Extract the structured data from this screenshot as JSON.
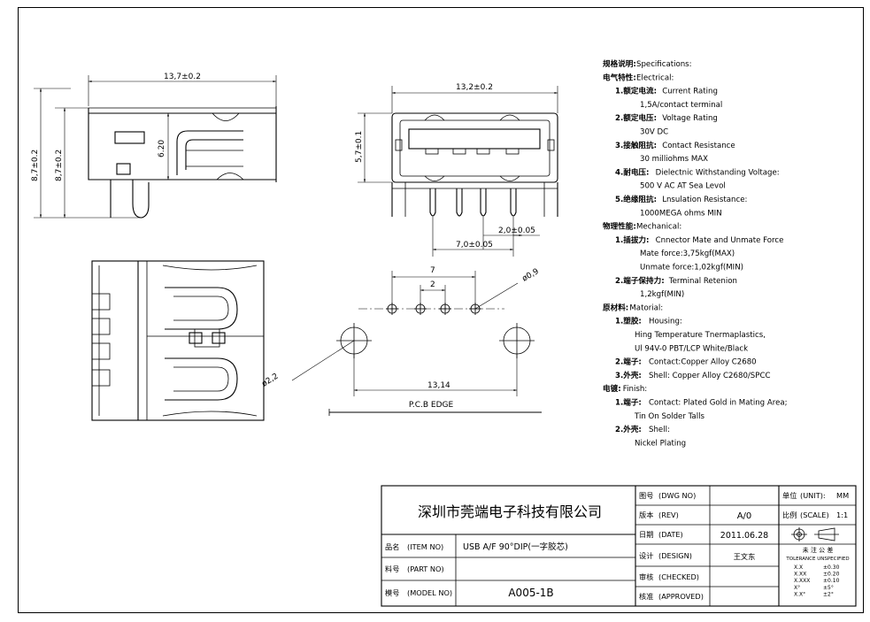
{
  "dimensions": {
    "side_width": "13,7±0.2",
    "side_height_outer": "8,7±0.2",
    "side_height_inner": "8,7±0.2",
    "side_inner": "6.20",
    "front_width": "13,2±0.2",
    "front_height": "5,7±0.1",
    "pitch_small": "2,0±0.05",
    "pitch_large": "7,0±0.05",
    "pcb_pitch_large": "7",
    "pcb_pitch_small": "2",
    "pin_hole": "ø0,9",
    "mount_hole": "ø2,2",
    "hole_spacing": "13,14",
    "pcb_edge": "P.C.B EDGE"
  },
  "specifications": [
    {
      "cn": "规格说明:",
      "en": "Specifications:"
    },
    {
      "cn": "电气特性:",
      "en": "Electrical:"
    },
    {
      "cn": "1.额定电流:",
      "en": "Current Rating"
    },
    {
      "cn": "",
      "en": "1,5A/contact terminal"
    },
    {
      "cn": "2.额定电压:",
      "en": "Voltage Rating"
    },
    {
      "cn": "",
      "en": "30V DC"
    },
    {
      "cn": "3.接触阻抗:",
      "en": "Contact Resistance"
    },
    {
      "cn": "",
      "en": "30 milliohms MAX"
    },
    {
      "cn": "4.耐电压:",
      "en": "Dielectnic Withstanding Voltage:"
    },
    {
      "cn": "",
      "en": "500 V AC AT Sea Levol"
    },
    {
      "cn": "5.绝缘阻抗:",
      "en": "Lnsulation Resistance:"
    },
    {
      "cn": "",
      "en": "1000MEGA ohms MIN"
    },
    {
      "cn": "物理性能:",
      "en": "Mechanical:"
    },
    {
      "cn": "1.插拔力:",
      "en": "Cnnector Mate and Unmate Force"
    },
    {
      "cn": "",
      "en": "Mate force:3,75kgf(MAX)"
    },
    {
      "cn": "",
      "en": "Unmate force:1,02kgf(MIN)"
    },
    {
      "cn": "2.端子保持力:",
      "en": "Terminal Retenion"
    },
    {
      "cn": "",
      "en": "1,2kgf(MIN)"
    },
    {
      "cn": "原材料:",
      "en": "Matorial:"
    },
    {
      "cn": "1.塑胶:",
      "en": "Housing:"
    },
    {
      "cn": "",
      "en": "Hing Temperature Tnermaplastics,"
    },
    {
      "cn": "",
      "en": "Ul 94V-0 PBT/LCP White/Black"
    },
    {
      "cn": "2.端子:",
      "en": "Contact:Copper Alloy C2680"
    },
    {
      "cn": "3.外壳:",
      "en": "Shell: Copper Alloy C2680/SPCC"
    },
    {
      "cn": "电镀:",
      "en": "Finish:"
    },
    {
      "cn": "1.端子:",
      "en": "Contact: Plated Gold in Mating Area;"
    },
    {
      "cn": "",
      "en": "Tin On Solder Talls"
    },
    {
      "cn": "2.外壳:",
      "en": "Shell:"
    },
    {
      "cn": "",
      "en": "Nickel Plating"
    }
  ],
  "title_block": {
    "company": "深圳市莞端电子科技有限公司",
    "item_no_label_cn": "品名",
    "item_no_label_en": "(ITEM NO)",
    "item_no_value": "USB A/F 90°DIP(一字胶芯)",
    "part_no_label_cn": "料号",
    "part_no_label_en": "(PART NO)",
    "part_no_value": "",
    "model_no_label_cn": "模号",
    "model_no_label_en": "(MODEL NO)",
    "model_no_value": "A005-1B",
    "dwg_no_label_cn": "图号",
    "dwg_no_label_en": "(DWG NO)",
    "dwg_no_value": "",
    "rev_label_cn": "版本",
    "rev_label_en": "(REV)",
    "rev_value": "A/0",
    "date_label_cn": "日期",
    "date_label_en": "(DATE)",
    "date_value": "2011.06.28",
    "design_label_cn": "设计",
    "design_label_en": "(DESIGN)",
    "design_value": "王文东",
    "checked_label_cn": "审核",
    "checked_label_en": "(CHECKED)",
    "checked_value": "",
    "approved_label_cn": "核准",
    "approved_label_en": "(APPROVED)",
    "approved_value": "",
    "unit_label_cn": "单位",
    "unit_label_en": "(UNIT):",
    "unit_value": "MM",
    "scale_label_cn": "比例",
    "scale_label_en": "(SCALE)",
    "scale_value": "1:1",
    "tolerance_title_cn": "未 注 公 差",
    "tolerance_title_en": "TOLERANCE UNSPECIFIED",
    "tolerances": [
      {
        "k": "X.X",
        "v": "±0.30"
      },
      {
        "k": "X.XX",
        "v": "±0.20"
      },
      {
        "k": "X.XXX",
        "v": "±0.10"
      },
      {
        "k": "X°",
        "v": "±5°"
      },
      {
        "k": "X.X°",
        "v": "±2°"
      }
    ]
  }
}
